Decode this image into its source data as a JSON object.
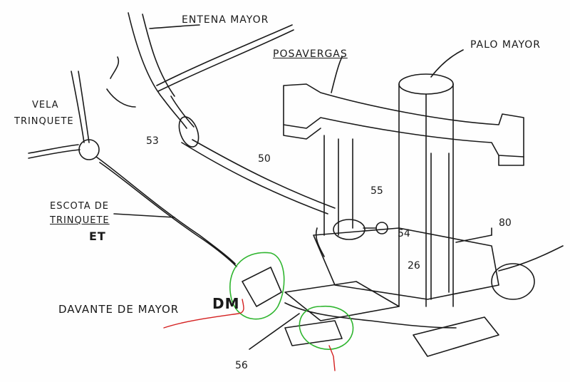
{
  "labels": {
    "entena_mayor": "ENTENA MAYOR",
    "palo_mayor": "PALO MAYOR",
    "posavergas": "POSAVERGAS",
    "vela_trinquete_1": "VELA",
    "vela_trinquete_2": "TRINQUETE",
    "escota_1": "ESCOTA DE",
    "escota_2": "TRINQUETE",
    "escota_code": "ET",
    "davante": "DAVANTE DE MAYOR",
    "davante_code": "DM"
  },
  "numbers": {
    "n53": "53",
    "n50": "50",
    "n55": "55",
    "n54": "54",
    "n80": "80",
    "n26": "26",
    "n56": "56"
  },
  "colors": {
    "ink": "#1a1a1a",
    "green_circle": "#2fb52f",
    "red_stroke": "#d42020"
  }
}
